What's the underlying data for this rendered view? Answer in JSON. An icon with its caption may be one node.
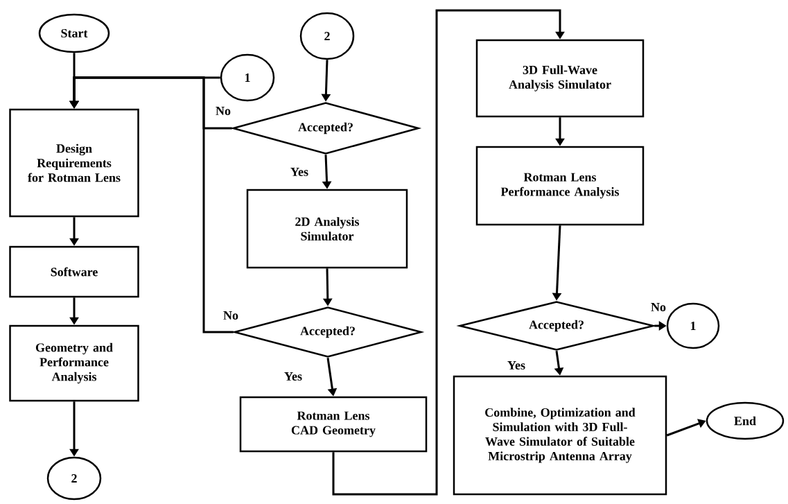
{
  "diagram": {
    "nodes": [
      {
        "text": [
          "Start"
        ]
      },
      {
        "text": [
          "1"
        ]
      },
      {
        "text": [
          "Design Requirements for Rotman Lens"
        ]
      },
      {
        "text": [
          "Software"
        ]
      },
      {
        "text": [
          "Geometry and Performance Analysis"
        ]
      },
      {
        "text": [
          "2"
        ]
      },
      {
        "text": [
          "2"
        ]
      },
      {
        "text": [
          "Accepted?"
        ]
      },
      {
        "text": [
          "2D Analysis Simulator"
        ]
      },
      {
        "text": [
          "Accepted?"
        ]
      },
      {
        "text": [
          "Rotman Lens CAD Geometry"
        ]
      },
      {
        "text": [
          "3D Full-Wave Analysis Simulator"
        ]
      },
      {
        "text": [
          "Rotman Lens Performance Analysis"
        ]
      },
      {
        "text": [
          "Accepted?"
        ]
      },
      {
        "text": [
          "1"
        ]
      },
      {
        "text": [
          "Combine, Optimization and Simulation with 3D Full-Wave Simulator of Suitable Microstrip Antenna Array"
        ]
      },
      {
        "text": [
          "End"
        ]
      }
    ],
    "edges": [
      {
        "from": 0,
        "to": 2,
        "arrow": "to"
      },
      {
        "from": 1,
        "to": 2,
        "arrow": "to"
      },
      {
        "from": 2,
        "to": 3,
        "arrow": "to"
      },
      {
        "from": 3,
        "to": 4,
        "arrow": "to"
      },
      {
        "from": 4,
        "to": 5,
        "arrow": "to"
      },
      {
        "from": 6,
        "to": 7,
        "arrow": "to"
      },
      {
        "from": 7,
        "to": 2,
        "arrow": "to",
        "label": "No"
      },
      {
        "from": 7,
        "to": 8,
        "arrow": "to",
        "label": "Yes"
      },
      {
        "from": 8,
        "to": 9,
        "arrow": "to"
      },
      {
        "from": 9,
        "to": 2,
        "arrow": "to",
        "label": "No"
      },
      {
        "from": 9,
        "to": 10,
        "arrow": "to",
        "label": "Yes"
      },
      {
        "from": 10,
        "to": 11,
        "arrow": "to"
      },
      {
        "from": 11,
        "to": 12,
        "arrow": "to"
      },
      {
        "from": 12,
        "to": 13,
        "arrow": "to"
      },
      {
        "from": 13,
        "to": 14,
        "arrow": "to",
        "label": "No"
      },
      {
        "from": 13,
        "to": 15,
        "arrow": "to",
        "label": "Yes"
      },
      {
        "from": 15,
        "to": 16,
        "arrow": "to"
      }
    ]
  }
}
